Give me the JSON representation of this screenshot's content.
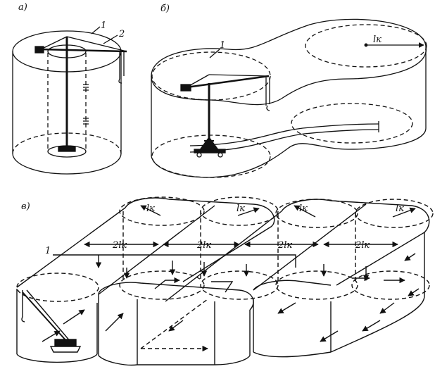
{
  "panels": {
    "a": {
      "label": "а)",
      "callout_1": "1",
      "callout_2": "2"
    },
    "b": {
      "label": "б)",
      "callout_1": "1",
      "radius": "lк"
    },
    "v": {
      "label": "в)",
      "callout_1": "1",
      "radii": [
        "lк",
        "lк",
        "lк",
        "lк"
      ],
      "spans": [
        "2lк",
        "2lк",
        "2lк",
        "2lк"
      ]
    }
  }
}
